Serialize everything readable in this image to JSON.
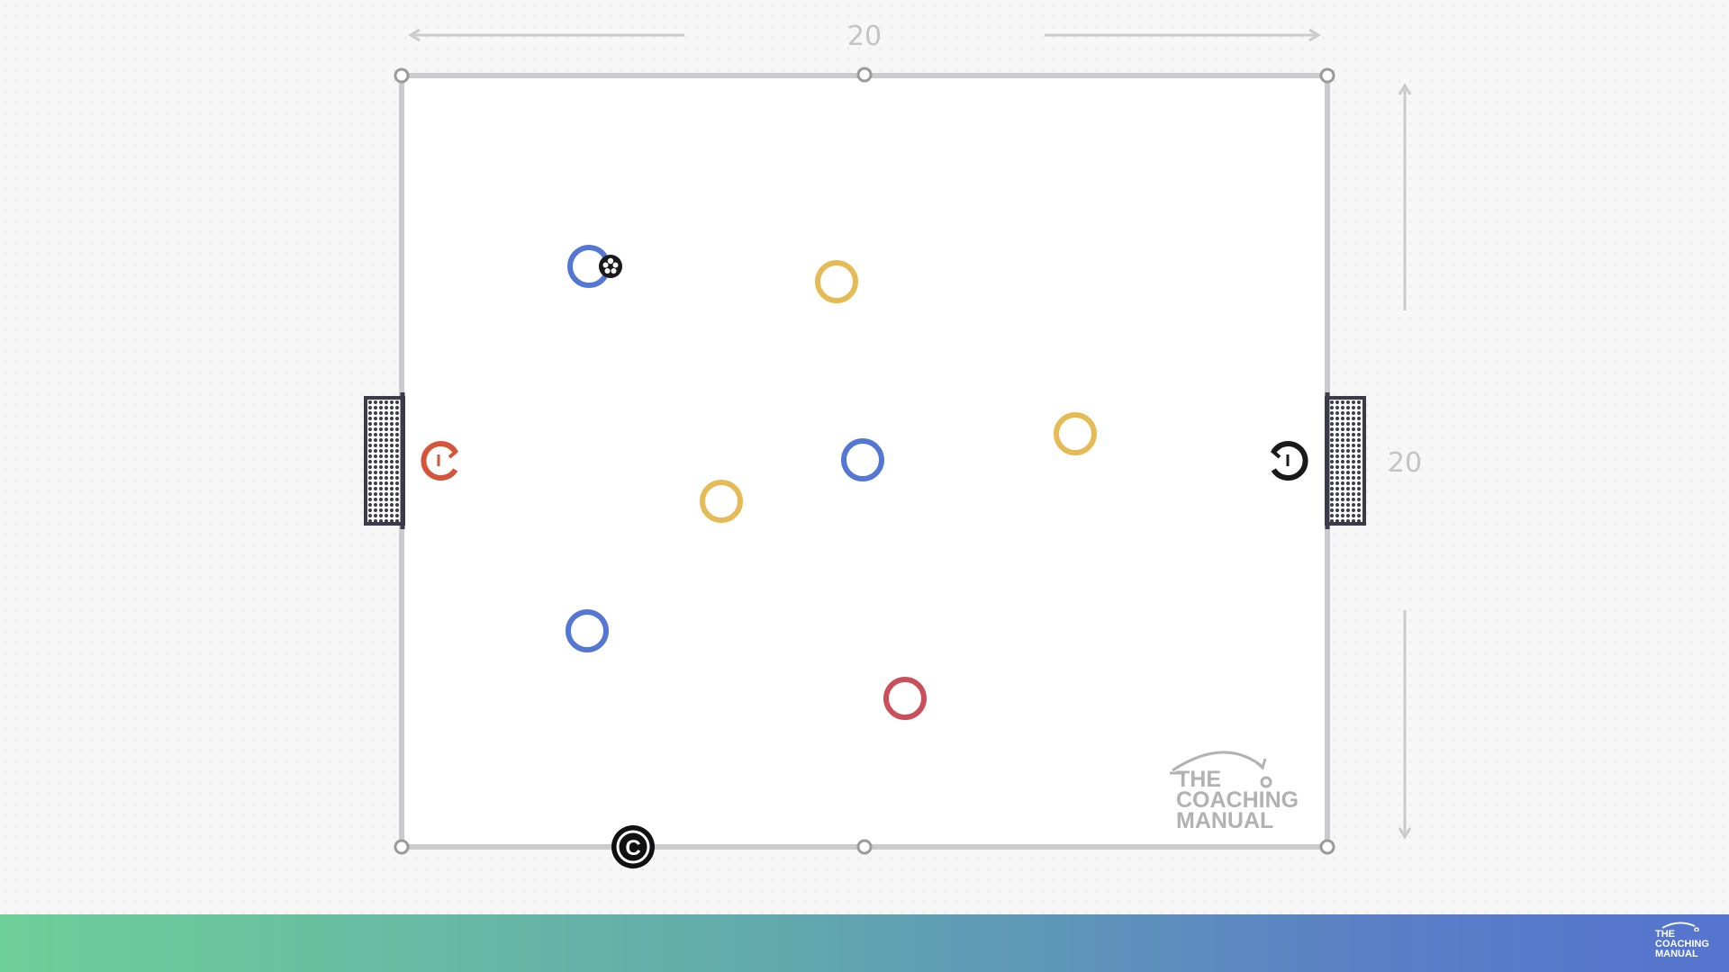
{
  "pitch": {
    "width_label": "20",
    "height_label": "20",
    "line_color": "#cbcbcd",
    "goal_color": "#3b3b4a"
  },
  "players": [
    {
      "team": "blue",
      "color": "#5577d4",
      "label": "blue-player-with-ball",
      "has_ball": true
    },
    {
      "team": "blue",
      "color": "#5577d4",
      "label": "blue-player-center"
    },
    {
      "team": "blue",
      "color": "#5577d4",
      "label": "blue-player-bottom-left"
    },
    {
      "team": "yellow",
      "color": "#e6bb56",
      "label": "yellow-player-top"
    },
    {
      "team": "yellow",
      "color": "#e6bb56",
      "label": "yellow-player-right"
    },
    {
      "team": "yellow",
      "color": "#e6bb56",
      "label": "yellow-player-left"
    },
    {
      "team": "red",
      "color": "#c9505b",
      "label": "red-player-bottom"
    }
  ],
  "goalkeepers": [
    {
      "color": "#d5553a",
      "label": "left-goalkeeper"
    },
    {
      "color": "#1a1a1a",
      "label": "right-goalkeeper"
    }
  ],
  "coach": {
    "icon": "coach-icon",
    "letter": "C",
    "color": "#111111"
  },
  "watermark": {
    "line1": "THE",
    "line2": "COACHING",
    "line3": "MANUAL"
  },
  "footer": {
    "gradient_start": "#6dcf98",
    "gradient_end": "#5574cf",
    "logo_line1": "THE",
    "logo_line2": "COACHING",
    "logo_line3": "MANUAL"
  }
}
